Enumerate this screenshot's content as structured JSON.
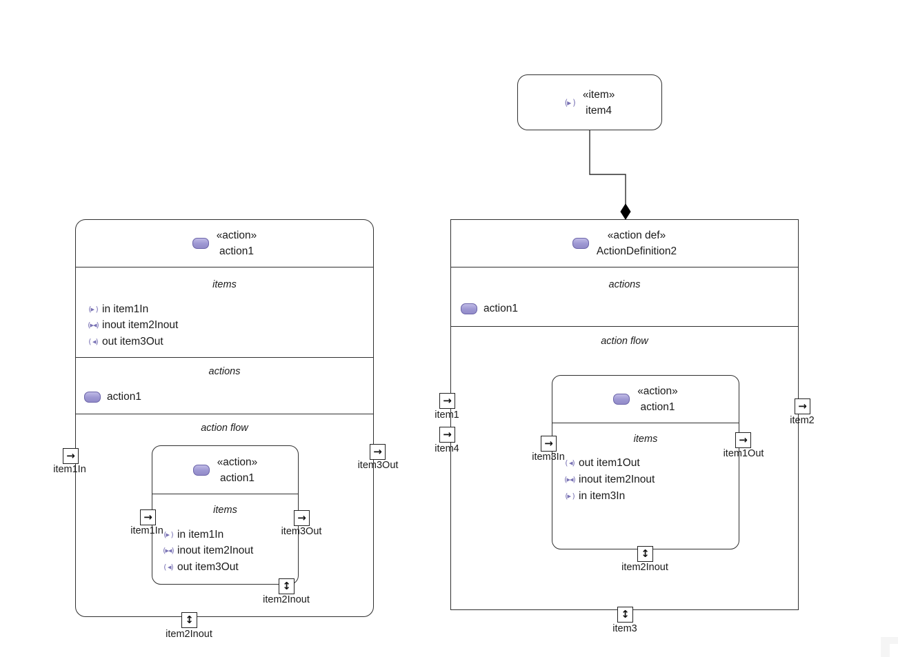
{
  "colors": {
    "accent_purple": "#9d97d2",
    "accent_purple_border": "#6a63a8",
    "line": "#2e2e2e",
    "glyph_purple": "#7a73b5",
    "background": "#ffffff"
  },
  "icons": {
    "directed_port_glyph": "→",
    "inout_port_glyph": "↕",
    "item_in_glyph": "(▸ )",
    "item_inout_glyph": "(▸◂)",
    "item_out_glyph": "( ◂)",
    "item_glyph": "(▸ )"
  },
  "item4_node": {
    "stereotype": "«item»",
    "name": "item4"
  },
  "left_node": {
    "stereotype": "«action»",
    "name": "action1",
    "compartments": {
      "items": "items",
      "actions": "actions",
      "action_flow": "action flow"
    },
    "item_rows": [
      {
        "label": "in item1In"
      },
      {
        "label": "inout item2Inout"
      },
      {
        "label": "out item3Out"
      }
    ],
    "action_row": "action1",
    "ports": {
      "left": "item1In",
      "right": "item3Out",
      "bottom": "item2Inout"
    },
    "inner_node": {
      "stereotype": "«action»",
      "name": "action1",
      "compartments": {
        "items": "items"
      },
      "item_rows": [
        {
          "label": "in item1In"
        },
        {
          "label": "inout item2Inout"
        },
        {
          "label": "out item3Out"
        }
      ],
      "ports": {
        "left": "item1In",
        "right": "item3Out",
        "bottom": "item2Inout"
      }
    }
  },
  "right_node": {
    "stereotype": "«action def»",
    "name": "ActionDefinition2",
    "compartments": {
      "actions": "actions",
      "action_flow": "action flow"
    },
    "action_row": "action1",
    "ports": {
      "left_top": "item1",
      "left_bottom": "item4",
      "right": "item2",
      "bottom": "item3"
    },
    "inner_node": {
      "stereotype": "«action»",
      "name": "action1",
      "compartments": {
        "items": "items"
      },
      "item_rows": [
        {
          "label": "out item1Out"
        },
        {
          "label": "inout item2Inout"
        },
        {
          "label": "in item3In"
        }
      ],
      "ports": {
        "left": "item3In",
        "right": "item1Out",
        "bottom": "item2Inout"
      }
    }
  }
}
